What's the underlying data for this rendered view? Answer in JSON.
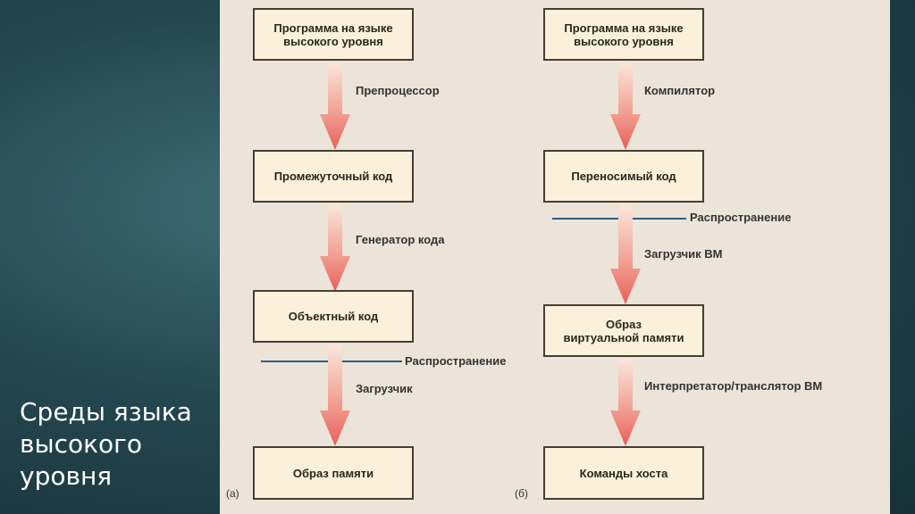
{
  "slide": {
    "title_lines": [
      "Среды языка",
      "высокого",
      "уровня"
    ]
  },
  "colors": {
    "background": "#24474f",
    "panel": "#ece4d8",
    "box_fill": "#fbf1da",
    "box_border": "#463e35",
    "arrow_top": "#fbe6dc",
    "arrow_bottom": "#e8605a",
    "divider_line": "#2f5b86"
  },
  "diagram_a": {
    "panel_label": "(а)",
    "boxes": [
      {
        "lines": [
          "Программа на языке",
          "высокого уровня"
        ]
      },
      {
        "lines": [
          "Промежуточный код"
        ]
      },
      {
        "lines": [
          "Объектный код"
        ]
      },
      {
        "lines": [
          "Образ памяти"
        ]
      }
    ],
    "steps": [
      "Препроцессор",
      "Генератор кода",
      "Загрузчик"
    ],
    "distribution_label": "Распространение"
  },
  "diagram_b": {
    "panel_label": "(б)",
    "boxes": [
      {
        "lines": [
          "Программа на языке",
          "высокого уровня"
        ]
      },
      {
        "lines": [
          "Переносимый код"
        ]
      },
      {
        "lines": [
          "Образ",
          "виртуальной памяти"
        ]
      },
      {
        "lines": [
          "Команды хоста"
        ]
      }
    ],
    "steps": [
      "Компилятор",
      "Загрузчик ВМ",
      "Интерпретатор/транслятор ВМ"
    ],
    "distribution_label": "Распространение"
  }
}
